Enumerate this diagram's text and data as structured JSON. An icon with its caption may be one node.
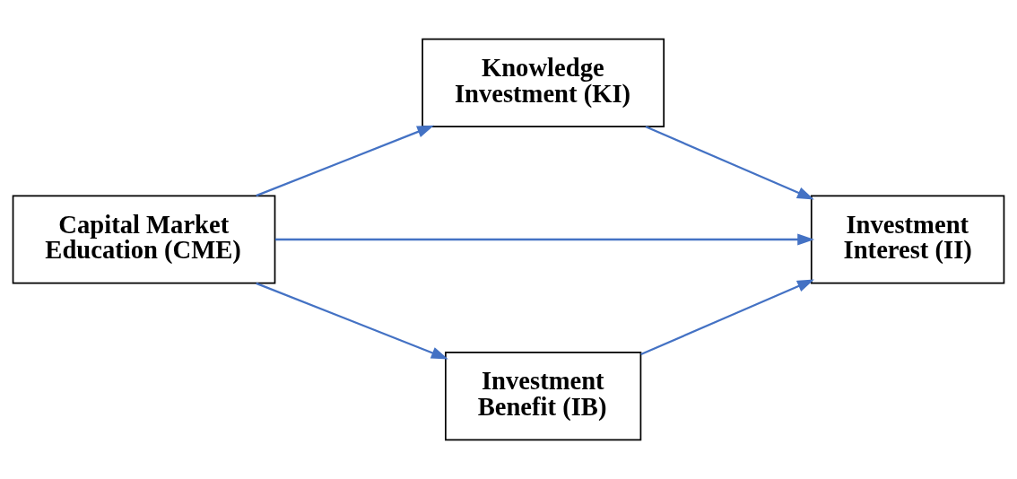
{
  "diagram": {
    "nodes": [
      {
        "text": [
          "Capital Market Education (CME)"
        ]
      },
      {
        "text": [
          "Knowledge Investment (KI)"
        ]
      },
      {
        "text": [
          "Investment Interest (II)"
        ]
      },
      {
        "text": [
          "Investment Benefit (IB)"
        ]
      }
    ],
    "edges": [
      {
        "from": 0,
        "to": 1,
        "arrow": "to"
      },
      {
        "from": 1,
        "to": 2,
        "arrow": "to"
      },
      {
        "from": 0,
        "to": 2,
        "arrow": "to"
      },
      {
        "from": 0,
        "to": 3,
        "arrow": "to"
      },
      {
        "from": 3,
        "to": 2,
        "arrow": "to"
      }
    ]
  }
}
